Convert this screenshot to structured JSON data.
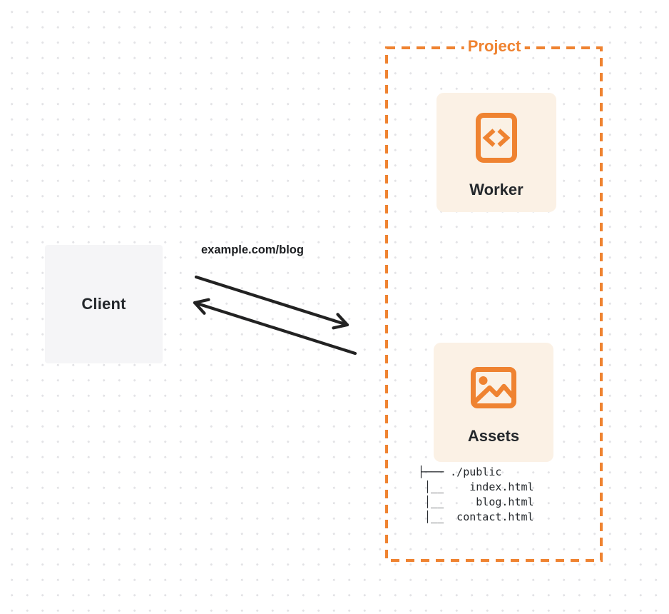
{
  "client": {
    "label": "Client"
  },
  "request": {
    "url": "example.com/blog"
  },
  "project": {
    "label": "Project",
    "worker": {
      "label": "Worker",
      "icon": "code-icon"
    },
    "assets": {
      "label": "Assets",
      "icon": "image-icon",
      "file_tree": [
        "├─── ./public",
        " │__    index.html",
        " │__     blog.html",
        " │__  contact.html"
      ]
    }
  },
  "colors": {
    "accent_orange": "#EF8331",
    "card_background": "#FBF1E5",
    "client_background": "#F5F5F7",
    "text_dark": "#24282C",
    "arrow_black": "#222222",
    "dot_grid": "#E3E3E6"
  }
}
